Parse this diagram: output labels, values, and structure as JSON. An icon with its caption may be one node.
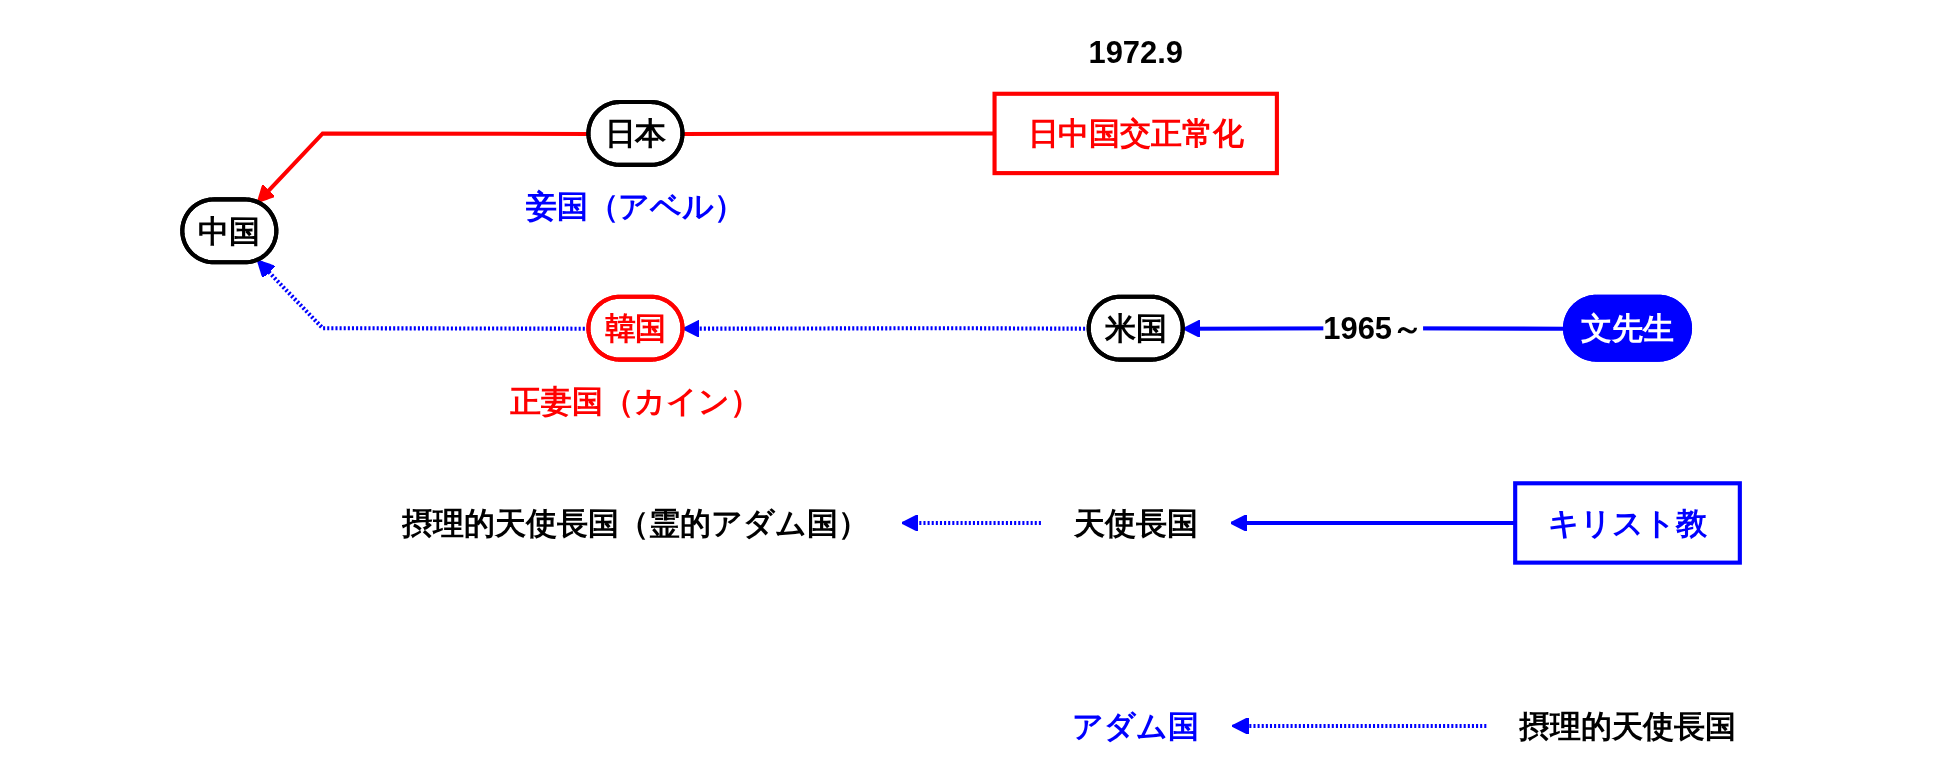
{
  "diagram": {
    "nodes": [
      {
        "text": [
          "日中国交正常化"
        ],
        "beside": [
          "1972.9"
        ]
      },
      {
        "text": [
          "文先生"
        ]
      },
      {
        "text": [
          "キリスト教"
        ]
      },
      {
        "text": [
          "摂理的天使長国"
        ]
      },
      {
        "text": [
          "天使長国"
        ]
      },
      {
        "text": [
          "中国"
        ]
      },
      {
        "text": [
          "日本"
        ],
        "beside": [
          "妾国（アベル）"
        ]
      },
      {
        "text": [
          "韓国"
        ],
        "beside": [
          "正妻国（カイン）"
        ]
      },
      {
        "text": [
          "米国"
        ]
      },
      {
        "text": [
          "アダム国"
        ]
      },
      {
        "text": [
          "摂理的天使長国（霊的アダム国）"
        ]
      }
    ],
    "edges": [
      {
        "from": 0,
        "to": 6,
        "arrow": "none",
        "color": "#ff0000"
      },
      {
        "from": 6,
        "to": 5,
        "arrow": "to",
        "color": "#ff0000"
      },
      {
        "from": 1,
        "to": 8,
        "arrow": "to",
        "label": "1965～"
      },
      {
        "from": 2,
        "to": 4,
        "arrow": "to"
      },
      {
        "from": 8,
        "to": 7,
        "arrow": "to",
        "style": "dashed"
      },
      {
        "from": 7,
        "to": 5,
        "arrow": "to",
        "style": "dashed"
      },
      {
        "from": 3,
        "to": 9,
        "arrow": "to",
        "style": "dashed"
      },
      {
        "from": 4,
        "to": 10,
        "arrow": "to",
        "style": "dashed"
      }
    ]
  }
}
